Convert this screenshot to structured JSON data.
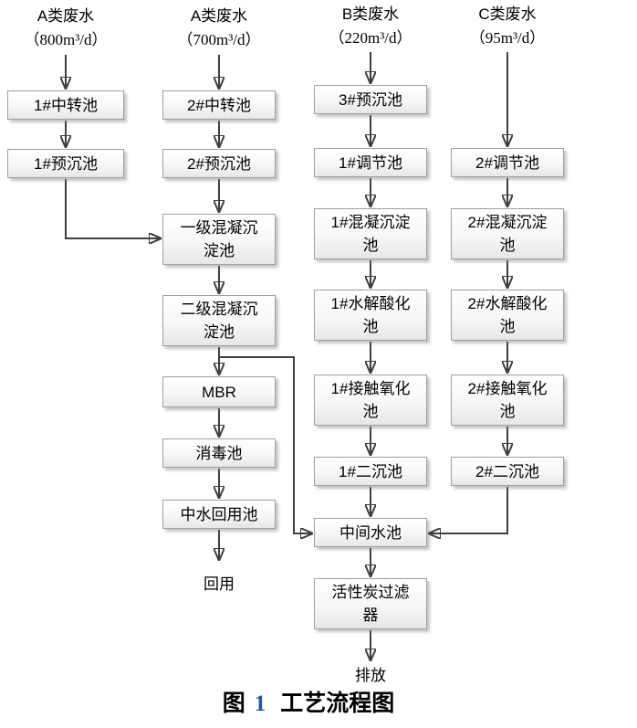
{
  "headers": [
    {
      "line1": "A类废水",
      "line2": "（800m³/d）"
    },
    {
      "line1": "A类废水",
      "line2": "（700m³/d）"
    },
    {
      "line1": "B类废水",
      "line2": "（220m³/d）"
    },
    {
      "line1": "C类废水",
      "line2": "（95m³/d）"
    }
  ],
  "nodes": {
    "c1_transfer": "1#中转池",
    "c1_presed": "1#预沉池",
    "c2_transfer": "2#中转池",
    "c2_presed": "2#预沉池",
    "coag1": "一级混凝沉淀池",
    "coag2": "二级混凝沉淀池",
    "mbr": "MBR",
    "disinfect": "消毒池",
    "reuse_pool": "中水回用池",
    "presed3": "3#预沉池",
    "reg1": "1#调节池",
    "coagsed1": "1#混凝沉淀池",
    "hydro1": "1#水解酸化池",
    "contact1": "1#接触氧化池",
    "secsed1": "1#二沉池",
    "midpool": "中间水池",
    "carbon": "活性炭过滤器",
    "reg2": "2#调节池",
    "coagsed2": "2#混凝沉淀池",
    "hydro2": "2#水解酸化池",
    "contact2": "2#接触氧化池",
    "secsed2": "2#二沉池"
  },
  "terminals": {
    "reuse": "回用",
    "discharge": "排放"
  },
  "caption": {
    "fig_label": "图",
    "fig_number": "1",
    "title": "工艺流程图"
  },
  "colors": {
    "arrow": "#3f3f3f",
    "box_border": "#9f9f9f",
    "box_fill_top": "#ffffff",
    "box_fill_bottom": "#e7e7e7",
    "caption_number": "#2353a0",
    "text": "#000000"
  },
  "edges": [
    [
      "A类废水（800m³/d）",
      "1#中转池"
    ],
    [
      "1#中转池",
      "1#预沉池"
    ],
    [
      "1#预沉池",
      "一级混凝沉淀池"
    ],
    [
      "A类废水（700m³/d）",
      "2#中转池"
    ],
    [
      "2#中转池",
      "2#预沉池"
    ],
    [
      "2#预沉池",
      "一级混凝沉淀池"
    ],
    [
      "一级混凝沉淀池",
      "二级混凝沉淀池"
    ],
    [
      "二级混凝沉淀池",
      "MBR"
    ],
    [
      "二级混凝沉淀池",
      "中间水池"
    ],
    [
      "MBR",
      "消毒池"
    ],
    [
      "消毒池",
      "中水回用池"
    ],
    [
      "中水回用池",
      "回用"
    ],
    [
      "B类废水（220m³/d）",
      "3#预沉池"
    ],
    [
      "3#预沉池",
      "1#调节池"
    ],
    [
      "1#调节池",
      "1#混凝沉淀池"
    ],
    [
      "1#混凝沉淀池",
      "1#水解酸化池"
    ],
    [
      "1#水解酸化池",
      "1#接触氧化池"
    ],
    [
      "1#接触氧化池",
      "1#二沉池"
    ],
    [
      "1#二沉池",
      "中间水池"
    ],
    [
      "C类废水（95m³/d）",
      "2#调节池"
    ],
    [
      "2#调节池",
      "2#混凝沉淀池"
    ],
    [
      "2#混凝沉淀池",
      "2#水解酸化池"
    ],
    [
      "2#水解酸化池",
      "2#接触氧化池"
    ],
    [
      "2#接触氧化池",
      "2#二沉池"
    ],
    [
      "2#二沉池",
      "中间水池"
    ],
    [
      "中间水池",
      "活性炭过滤器"
    ],
    [
      "活性炭过滤器",
      "排放"
    ]
  ]
}
